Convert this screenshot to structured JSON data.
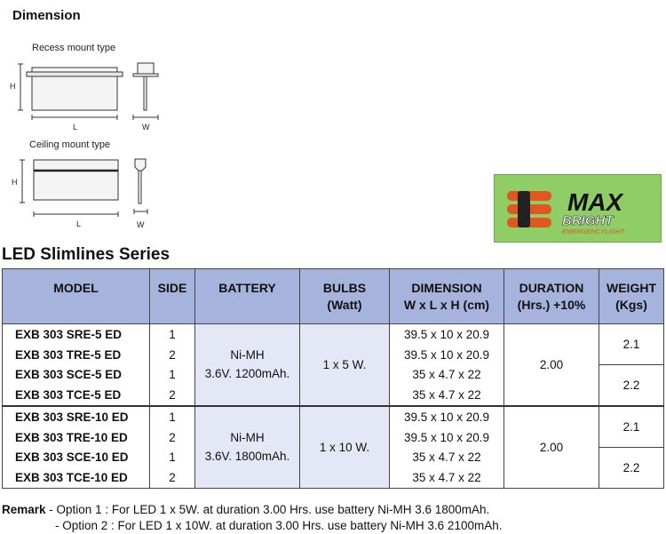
{
  "dimension_heading": "Dimension",
  "diagrams": {
    "recess_label": "Recess mount type",
    "ceiling_label": "Ceiling mount type",
    "h": "H",
    "l": "L",
    "w": "W"
  },
  "logo": {
    "max": "MAX",
    "bright": "BRIGHT",
    "sub": "EMERGENCYLIGHT",
    "colors": {
      "bg": "#8fcd66",
      "orange": "#e2571d",
      "dark": "#222222"
    }
  },
  "series_title": "LED Slimlines Series",
  "table": {
    "headers": {
      "model": "MODEL",
      "side": "SIDE",
      "battery": "BATTERY",
      "bulbs_1": "BULBS",
      "bulbs_2": "(Watt)",
      "dimension_1": "DIMENSION",
      "dimension_2": "W x L x H (cm)",
      "duration_1": "DURATION",
      "duration_2": "(Hrs.) +10%",
      "weight_1": "WEIGHT",
      "weight_2": "(Kgs)"
    },
    "groups": [
      {
        "battery_1": "Ni-MH",
        "battery_2": "3.6V. 1200mAh.",
        "bulbs": "1 x 5 W.",
        "duration": "2.00",
        "weights": [
          "2.1",
          "2.2"
        ],
        "rows": [
          {
            "model": "EXB 303 SRE-5 ED",
            "side": "1",
            "dimension": "39.5 x 10 x 20.9"
          },
          {
            "model": "EXB 303 TRE-5 ED",
            "side": "2",
            "dimension": "39.5 x 10 x 20.9"
          },
          {
            "model": "EXB 303 SCE-5 ED",
            "side": "1",
            "dimension": "35 x 4.7 x 22"
          },
          {
            "model": "EXB 303 TCE-5 ED",
            "side": "2",
            "dimension": "35 x 4.7 x 22"
          }
        ]
      },
      {
        "battery_1": "Ni-MH",
        "battery_2": "3.6V. 1800mAh.",
        "bulbs": "1 x 10 W.",
        "duration": "2.00",
        "weights": [
          "2.1",
          "2.2"
        ],
        "rows": [
          {
            "model": "EXB 303 SRE-10 ED",
            "side": "1",
            "dimension": "39.5 x 10 x 20.9"
          },
          {
            "model": "EXB 303 TRE-10 ED",
            "side": "2",
            "dimension": "39.5 x 10 x 20.9"
          },
          {
            "model": "EXB 303 SCE-10 ED",
            "side": "1",
            "dimension": "35 x 4.7 x 22"
          },
          {
            "model": "EXB 303 TCE-10 ED",
            "side": "2",
            "dimension": "35 x 4.7 x 22"
          }
        ]
      }
    ]
  },
  "remark": {
    "label": "Remark",
    "line1": "- Option 1 : For LED 1 x 5W. at duration 3.00 Hrs. use battery Ni-MH 3.6 1800mAh.",
    "line2": "- Option 2 : For LED 1 x 10W. at duration 3.00 Hrs. use battery Ni-MH 3.6 2100mAh."
  }
}
